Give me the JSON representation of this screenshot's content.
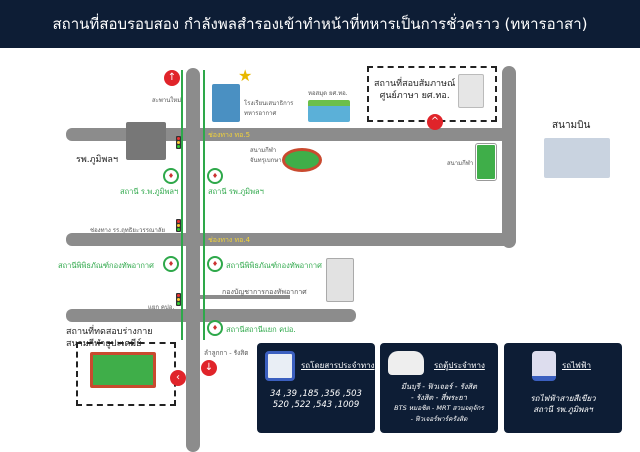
{
  "header": {
    "title": "สถานที่สอบรอบสอง กำลังพลสำรองเข้าทำหน้าที่ทหารเป็นการชั่วคราว (ทหารอาสา)"
  },
  "map": {
    "roads": {
      "road_5": "ช่องทาง ทอ.5",
      "road_4": "ช่องทาง ทอ.4"
    },
    "labels": {
      "saphan_mai": "สะพานใหม่",
      "air_staff_school": "โรงเรียนเสนาธิการทหารอากาศ",
      "library": "หอสมุด ยศ.ทอ.",
      "interview_site": "สถานที่สอบสัมภาษณ์\nศูนย์ภาษา ยศ.ทอ.",
      "hospital": "รพ.ภูมิพลฯ",
      "stadium_chan": "สนามกีฬา\nจันทรุเบกษา",
      "stadium": "สนามกีฬา",
      "airport": "สนามบิน",
      "station_hospital_left": "สถานี ร.พ.ภูมิพลฯ",
      "station_hospital_right": "สถานี รพ.ภูมิพลฯ",
      "school_gate": "ช่องทาง รร.ฤทธิยะวรรณาลัย",
      "museum_left": "สถานีพิพิธภัณฑ์กองทัพอากาศ",
      "museum_right": "สถานีพิพิธภัณฑ์กองทัพอากาศ",
      "hq": "กองบัญชาการกองทัพอากาศ",
      "kpo_junction": "แยก คปอ.",
      "station_kpo": "สถานีสถานีแยก คปอ.",
      "physical_test": "สถานที่ทดสอบร่างกาย\nสนามกีฬาธูปะเตมีย์",
      "lamlukka": "ลำลูกกา - รังสิต"
    }
  },
  "transport": [
    {
      "title": "รถโดยสารประจำทาง",
      "lines": [
        "34 ,39 ,185 ,356 ,503",
        "520 ,522 ,543 ,1009"
      ]
    },
    {
      "title": "รถตู้ประจำทาง",
      "lines": [
        "มีนบุรี - ฟิวเจอร์ - รังสิต",
        "- รังสิต - สี่พระยา",
        "BTS หมอชิต - MRT สวนจตุจักร",
        "- ฟิวเจอร์พาร์ครังสิต"
      ]
    },
    {
      "title": "รถไฟฟ้า",
      "lines": [
        "รถไฟฟ้าสายสีเขียว",
        "สถานี รพ.ภูมิพลฯ"
      ]
    }
  ],
  "colors": {
    "header": "#0d1d35",
    "road": "#8c8c8c",
    "green": "#2ea84a",
    "red": "#e0242a"
  }
}
